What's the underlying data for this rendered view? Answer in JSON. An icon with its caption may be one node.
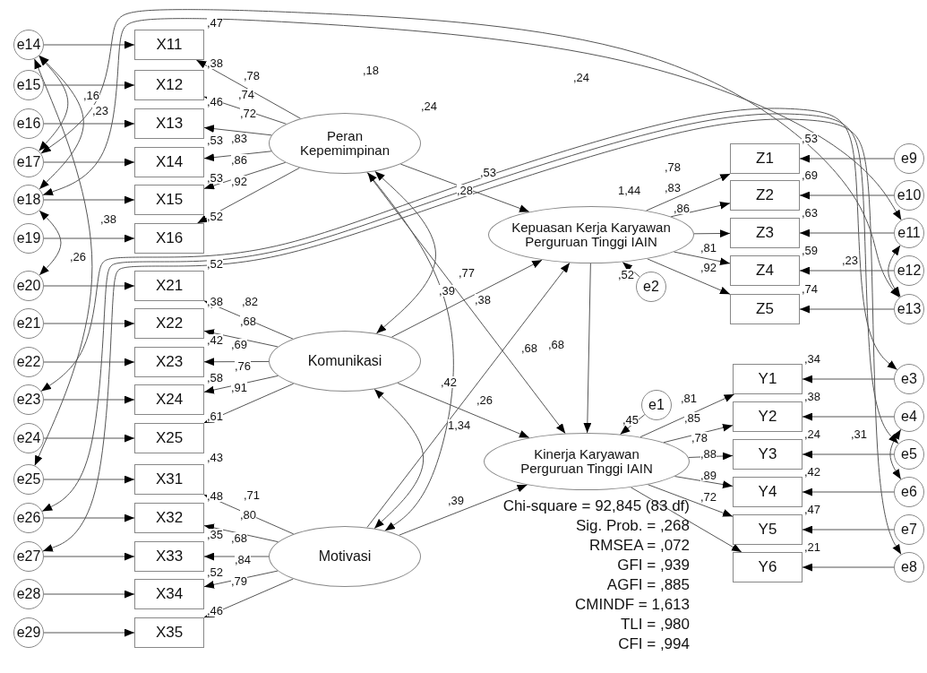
{
  "diagram": {
    "nodes": [
      {
        "text": [
          "Peran Kepemimpinan"
        ]
      },
      {
        "text": [
          "Kepuasan Kerja Karyawan Perguruan Tinggi IAIN"
        ]
      },
      {
        "text": [
          "Komunikasi"
        ]
      },
      {
        "text": [
          "Kinerja Karyawan Perguruan Tinggi IAIN"
        ]
      },
      {
        "text": [
          "Motivasi"
        ]
      },
      {
        "text": [
          "X11"
        ]
      },
      {
        "text": [
          "X12"
        ]
      },
      {
        "text": [
          "X13"
        ]
      },
      {
        "text": [
          "X14"
        ]
      },
      {
        "text": [
          "X15"
        ]
      },
      {
        "text": [
          "X16"
        ]
      },
      {
        "text": [
          "X21"
        ]
      },
      {
        "text": [
          "X22"
        ]
      },
      {
        "text": [
          "X23"
        ]
      },
      {
        "text": [
          "X24"
        ]
      },
      {
        "text": [
          "X25"
        ]
      },
      {
        "text": [
          "X31"
        ]
      },
      {
        "text": [
          "X32"
        ]
      },
      {
        "text": [
          "X33"
        ]
      },
      {
        "text": [
          "X34"
        ]
      },
      {
        "text": [
          "X35"
        ]
      },
      {
        "text": [
          "Z1"
        ]
      },
      {
        "text": [
          "Z2"
        ]
      },
      {
        "text": [
          "Z3"
        ]
      },
      {
        "text": [
          "Z4"
        ]
      },
      {
        "text": [
          "Z5"
        ]
      },
      {
        "text": [
          "Y1"
        ]
      },
      {
        "text": [
          "Y2"
        ]
      },
      {
        "text": [
          "Y3"
        ]
      },
      {
        "text": [
          "Y4"
        ]
      },
      {
        "text": [
          "Y5"
        ]
      },
      {
        "text": [
          "Y6"
        ]
      },
      {
        "text": [
          "e1"
        ]
      },
      {
        "text": [
          "e2"
        ]
      },
      {
        "text": [
          "e3"
        ]
      },
      {
        "text": [
          "e4"
        ]
      },
      {
        "text": [
          "e5"
        ]
      },
      {
        "text": [
          "e6"
        ]
      },
      {
        "text": [
          "e7"
        ]
      },
      {
        "text": [
          "e8"
        ]
      },
      {
        "text": [
          "e9"
        ]
      },
      {
        "text": [
          "e10"
        ]
      },
      {
        "text": [
          "e11"
        ]
      },
      {
        "text": [
          "e12"
        ]
      },
      {
        "text": [
          "e13"
        ]
      },
      {
        "text": [
          "e14"
        ]
      },
      {
        "text": [
          "e15"
        ]
      },
      {
        "text": [
          "e16"
        ]
      },
      {
        "text": [
          "e17"
        ]
      },
      {
        "text": [
          "e18"
        ]
      },
      {
        "text": [
          "e19"
        ]
      },
      {
        "text": [
          "e20"
        ]
      },
      {
        "text": [
          "e21"
        ]
      },
      {
        "text": [
          "e22"
        ]
      },
      {
        "text": [
          "e23"
        ]
      },
      {
        "text": [
          "e24"
        ]
      },
      {
        "text": [
          "e25"
        ]
      },
      {
        "text": [
          "e26"
        ]
      },
      {
        "text": [
          "e27"
        ]
      },
      {
        "text": [
          "e28"
        ]
      },
      {
        "text": [
          "e29"
        ]
      }
    ],
    "edges": [
      {
        "from": 45,
        "to": 5,
        "arrow": "to"
      },
      {
        "from": 46,
        "to": 6,
        "arrow": "to"
      },
      {
        "from": 47,
        "to": 7,
        "arrow": "to"
      },
      {
        "from": 48,
        "to": 8,
        "arrow": "to"
      },
      {
        "from": 49,
        "to": 9,
        "arrow": "to"
      },
      {
        "from": 50,
        "to": 10,
        "arrow": "to"
      },
      {
        "from": 51,
        "to": 11,
        "arrow": "to"
      },
      {
        "from": 52,
        "to": 12,
        "arrow": "to"
      },
      {
        "from": 53,
        "to": 13,
        "arrow": "to"
      },
      {
        "from": 54,
        "to": 14,
        "arrow": "to"
      },
      {
        "from": 55,
        "to": 15,
        "arrow": "to"
      },
      {
        "from": 56,
        "to": 16,
        "arrow": "to"
      },
      {
        "from": 57,
        "to": 17,
        "arrow": "to"
      },
      {
        "from": 58,
        "to": 18,
        "arrow": "to"
      },
      {
        "from": 59,
        "to": 19,
        "arrow": "to"
      },
      {
        "from": 60,
        "to": 20,
        "arrow": "to"
      },
      {
        "from": 40,
        "to": 21,
        "arrow": "to"
      },
      {
        "from": 41,
        "to": 22,
        "arrow": "to"
      },
      {
        "from": 42,
        "to": 23,
        "arrow": "to"
      },
      {
        "from": 43,
        "to": 24,
        "arrow": "to"
      },
      {
        "from": 44,
        "to": 25,
        "arrow": "to"
      },
      {
        "from": 34,
        "to": 26,
        "arrow": "to"
      },
      {
        "from": 35,
        "to": 27,
        "arrow": "to"
      },
      {
        "from": 36,
        "to": 28,
        "arrow": "to"
      },
      {
        "from": 37,
        "to": 29,
        "arrow": "to"
      },
      {
        "from": 38,
        "to": 30,
        "arrow": "to"
      },
      {
        "from": 39,
        "to": 31,
        "arrow": "to"
      },
      {
        "from": 33,
        "to": 1,
        "arrow": "to"
      },
      {
        "from": 32,
        "to": 3,
        "arrow": "to"
      },
      {
        "from": 0,
        "to": 5,
        "arrow": "to"
      },
      {
        "from": 0,
        "to": 6,
        "arrow": "to"
      },
      {
        "from": 0,
        "to": 7,
        "arrow": "to"
      },
      {
        "from": 0,
        "to": 8,
        "arrow": "to"
      },
      {
        "from": 0,
        "to": 9,
        "arrow": "to"
      },
      {
        "from": 0,
        "to": 10,
        "arrow": "to"
      },
      {
        "from": 2,
        "to": 11,
        "arrow": "to"
      },
      {
        "from": 2,
        "to": 12,
        "arrow": "to"
      },
      {
        "from": 2,
        "to": 13,
        "arrow": "to"
      },
      {
        "from": 2,
        "to": 14,
        "arrow": "to"
      },
      {
        "from": 2,
        "to": 15,
        "arrow": "to"
      },
      {
        "from": 4,
        "to": 16,
        "arrow": "to"
      },
      {
        "from": 4,
        "to": 17,
        "arrow": "to"
      },
      {
        "from": 4,
        "to": 18,
        "arrow": "to"
      },
      {
        "from": 4,
        "to": 19,
        "arrow": "to"
      },
      {
        "from": 4,
        "to": 20,
        "arrow": "to"
      },
      {
        "from": 1,
        "to": 21,
        "arrow": "to"
      },
      {
        "from": 1,
        "to": 22,
        "arrow": "to"
      },
      {
        "from": 1,
        "to": 23,
        "arrow": "to"
      },
      {
        "from": 1,
        "to": 24,
        "arrow": "to"
      },
      {
        "from": 1,
        "to": 25,
        "arrow": "to"
      },
      {
        "from": 3,
        "to": 26,
        "arrow": "to"
      },
      {
        "from": 3,
        "to": 27,
        "arrow": "to"
      },
      {
        "from": 3,
        "to": 28,
        "arrow": "to"
      },
      {
        "from": 3,
        "to": 29,
        "arrow": "to"
      },
      {
        "from": 3,
        "to": 30,
        "arrow": "to"
      },
      {
        "from": 3,
        "to": 31,
        "arrow": "to"
      },
      {
        "from": 0,
        "to": 1,
        "arrow": "to"
      },
      {
        "from": 2,
        "to": 1,
        "arrow": "to"
      },
      {
        "from": 4,
        "to": 1,
        "arrow": "to"
      },
      {
        "from": 0,
        "to": 3,
        "arrow": "to"
      },
      {
        "from": 2,
        "to": 3,
        "arrow": "to"
      },
      {
        "from": 4,
        "to": 3,
        "arrow": "to"
      },
      {
        "from": 1,
        "to": 3,
        "arrow": "to"
      },
      {
        "from": 0,
        "to": 2,
        "arrow": "both"
      },
      {
        "from": 2,
        "to": 4,
        "arrow": "both"
      },
      {
        "from": 0,
        "to": 4,
        "arrow": "both"
      },
      {
        "from": 45,
        "to": 48,
        "arrow": "both"
      },
      {
        "from": 45,
        "to": 49,
        "arrow": "both"
      },
      {
        "from": 49,
        "to": 51,
        "arrow": "both"
      },
      {
        "from": 45,
        "to": 56,
        "arrow": "both"
      },
      {
        "from": 42,
        "to": 44,
        "arrow": "both"
      },
      {
        "from": 35,
        "to": 37,
        "arrow": "both"
      },
      {
        "from": 49,
        "to": 42,
        "arrow": "both"
      },
      {
        "from": 48,
        "to": 44,
        "arrow": "both"
      },
      {
        "from": 54,
        "to": 34,
        "arrow": "both"
      },
      {
        "from": 57,
        "to": 36,
        "arrow": "both"
      },
      {
        "from": 58,
        "to": 39,
        "arrow": "both"
      }
    ],
    "labels": [
      ",47",
      ",38",
      ",46",
      ",53",
      ",53",
      ",52",
      ",52",
      ",38",
      ",42",
      ",58",
      ",61",
      ",43",
      ",48",
      ",35",
      ",52",
      ",46",
      ",78",
      ",74",
      ",72",
      ",83",
      ",86",
      ",92",
      ",82",
      ",68",
      ",69",
      ",76",
      ",91",
      ",71",
      ",80",
      ",68",
      ",84",
      ",79",
      ",16",
      ",23",
      ",26",
      ",38",
      ",18",
      ",24",
      ",24",
      ",53",
      ",28",
      ",77",
      ",39",
      ",38",
      ",42",
      ",26",
      ",68",
      ",68",
      "1,44",
      ",52",
      "1,34",
      ",39",
      ",45",
      ",78",
      ",83",
      ",86",
      ",81",
      ",92",
      ",53",
      ",69",
      ",63",
      ",59",
      ",74",
      ",23",
      ",81",
      ",85",
      ",78",
      ",88",
      ",89",
      ",72",
      ",34",
      ",38",
      ",24",
      ",42",
      ",47",
      ",21",
      ",31",
      "Chi-square = 92,845 (83 df)",
      "Sig. Prob. = ,268",
      "RMSEA = ,072",
      "GFI = ,939",
      "AGFI = ,885",
      "CMINDF = 1,613",
      "TLI = ,980",
      "CFI = ,994"
    ]
  }
}
